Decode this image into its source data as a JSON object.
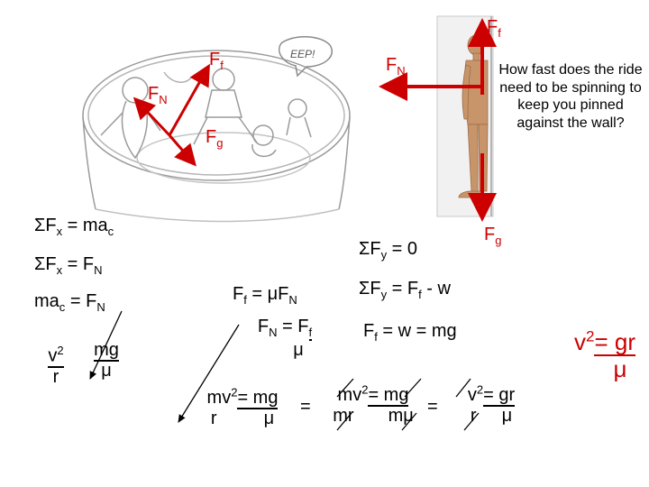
{
  "colors": {
    "force_arrow": "#cc0000",
    "text": "#000000"
  },
  "question": "How fast does the ride need to be spinning to keep you pinned against the wall?",
  "drum_labels": {
    "ff_sym": "F",
    "ff_sub": "f",
    "fn_sym": "F",
    "fn_sub": "N",
    "fg_sym": "F",
    "fg_sub": "g"
  },
  "wall_labels": {
    "ff_sym": "F",
    "ff_sub": "f",
    "fn_sym": "F",
    "fn_sub": "N",
    "fg_sym": "F",
    "fg_sub": "g"
  },
  "bubble_text": "EEP!",
  "left_eqs": {
    "sumfx_mac": [
      "ΣF",
      "x",
      " = ma",
      "c"
    ],
    "sumfx_fn": [
      "ΣF",
      "x",
      " = F",
      "N"
    ],
    "mac_fn": [
      "ma",
      "c",
      " = F",
      "N"
    ],
    "v": "v",
    "v_exp": "2",
    "r": "r",
    "mg": "mg",
    "mu": "μ"
  },
  "mid_eqs": {
    "ff_mufn": [
      "F",
      "f",
      " = μF",
      "N"
    ],
    "fn_top": [
      "F",
      "N",
      " = F",
      "f"
    ],
    "fn_bottom": "μ",
    "sumfy_zero": [
      "ΣF",
      "y",
      " = 0"
    ],
    "sumfy_ff_w": [
      "ΣF",
      "y",
      " = F",
      "f",
      " - w"
    ],
    "ff_w_mg": [
      "F",
      "f",
      " = w = mg"
    ]
  },
  "bottom_eqs": {
    "f1_top": [
      "mv",
      "2",
      " = mg"
    ],
    "f1_bottom": [
      "r",
      "μ"
    ],
    "equals": "=",
    "f2_top": [
      "mv",
      "2",
      " = mg"
    ],
    "f2_bottom": [
      "mr",
      "mμ"
    ],
    "f3_top": [
      "v",
      "2",
      " = gr"
    ],
    "f3_bottom": [
      "r",
      "μ"
    ]
  },
  "result": {
    "top": [
      "v",
      "2",
      " = gr"
    ],
    "bottom": "μ"
  }
}
